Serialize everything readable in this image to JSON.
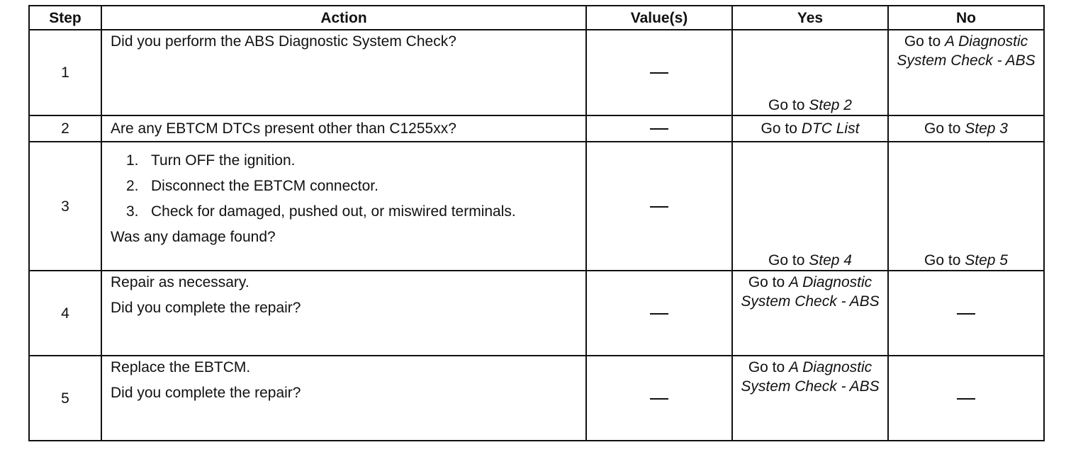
{
  "headers": {
    "step": "Step",
    "action": "Action",
    "values": "Value(s)",
    "yes": "Yes",
    "no": "No"
  },
  "rows": [
    {
      "step": "1",
      "action": [
        "Did you perform the ABS Diagnostic System Check?"
      ],
      "value": "—",
      "yes": {
        "prefix": "Go to ",
        "ref": "Step 2"
      },
      "no": {
        "prefix": "Go to ",
        "ref": "A Diagnostic System Check - ABS"
      }
    },
    {
      "step": "2",
      "action": [
        "Are any EBTCM DTCs present other than C1255xx?"
      ],
      "value": "—",
      "yes": {
        "prefix": "Go to ",
        "ref": "DTC List"
      },
      "no": {
        "prefix": "Go to ",
        "ref": "Step 3"
      }
    },
    {
      "step": "3",
      "action_steps": [
        {
          "num": "1.",
          "text": "Turn OFF the ignition."
        },
        {
          "num": "2.",
          "text": "Disconnect the EBTCM connector."
        },
        {
          "num": "3.",
          "text": "Check for damaged, pushed out, or miswired terminals."
        }
      ],
      "action": [
        "Was any damage found?"
      ],
      "value": "—",
      "yes": {
        "prefix": "Go to ",
        "ref": "Step 4"
      },
      "no": {
        "prefix": "Go to ",
        "ref": "Step 5"
      }
    },
    {
      "step": "4",
      "action": [
        "Repair as necessary.",
        "Did you complete the repair?"
      ],
      "value": "—",
      "yes": {
        "prefix": "Go to ",
        "ref": "A Diagnostic System Check - ABS"
      },
      "no": "—"
    },
    {
      "step": "5",
      "action": [
        "Replace the EBTCM.",
        "Did you complete the repair?"
      ],
      "value": "—",
      "yes": {
        "prefix": "Go to ",
        "ref": "A Diagnostic System Check - ABS"
      },
      "no": "—"
    }
  ]
}
